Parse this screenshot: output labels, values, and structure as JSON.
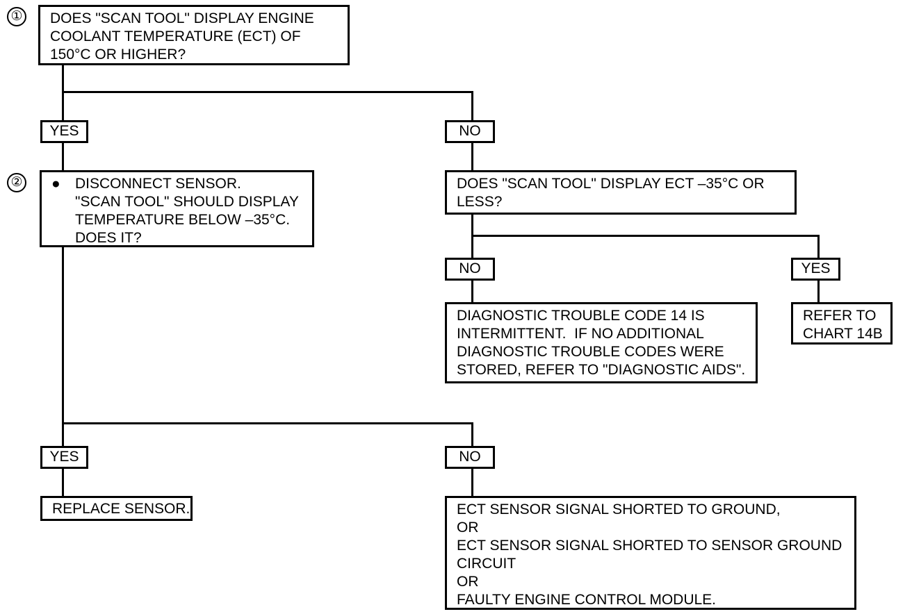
{
  "steps": {
    "step1": {
      "number": "①",
      "lines": [
        "DOES \"SCAN TOOL\" DISPLAY ENGINE",
        "COOLANT TEMPERATURE (ECT) OF",
        "150°C OR HIGHER?"
      ]
    },
    "step2": {
      "number": "②",
      "bullet": "●",
      "lines": [
        "DISCONNECT SENSOR.",
        "\"SCAN TOOL\" SHOULD DISPLAY",
        "TEMPERATURE BELOW –35°C.",
        "DOES IT?"
      ]
    }
  },
  "branches": {
    "step1_yes": "YES",
    "step1_no": "NO",
    "ect_low_no": "NO",
    "ect_low_yes": "YES",
    "step2_yes": "YES",
    "step2_no": "NO"
  },
  "boxes": {
    "ect_low_question": [
      "DOES \"SCAN TOOL\" DISPLAY ECT –35°C OR",
      "LESS?"
    ],
    "intermittent": [
      "DIAGNOSTIC TROUBLE CODE 14 IS",
      "INTERMITTENT.  IF NO ADDITIONAL",
      "DIAGNOSTIC TROUBLE CODES WERE",
      "STORED, REFER TO \"DIAGNOSTIC AIDS\"."
    ],
    "refer_chart": [
      "REFER TO",
      "CHART 14B"
    ],
    "replace_sensor": [
      "REPLACE SENSOR."
    ],
    "shorted": [
      "ECT SENSOR SIGNAL SHORTED TO GROUND,",
      "OR",
      "ECT SENSOR SIGNAL SHORTED TO SENSOR GROUND",
      "CIRCUIT",
      "OR",
      "FAULTY ENGINE CONTROL MODULE."
    ]
  }
}
